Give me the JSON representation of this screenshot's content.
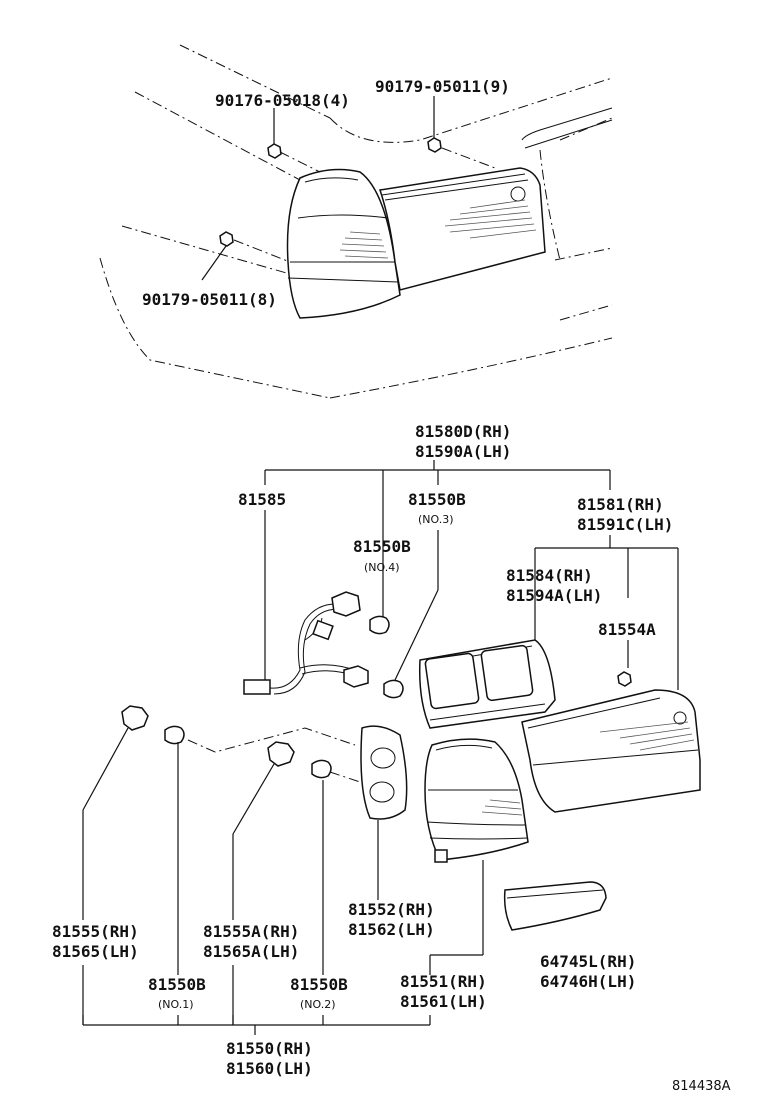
{
  "labels": {
    "n90176": "90176-05018(4)",
    "n90179_9": "90179-05011(9)",
    "n90179_8": "90179-05011(8)",
    "assy_rh": "81580D(RH)",
    "assy_lh": "81590A(LH)",
    "p81585": "81585",
    "p81550b_3": "81550B",
    "no3": "(NO.3)",
    "p81550b_4": "81550B",
    "no4": "(NO.4)",
    "p81581_rh": "81581(RH)",
    "p81591_lh": "81591C(LH)",
    "p81584_rh": "81584(RH)",
    "p81594_lh": "81594A(LH)",
    "p81554": "81554A",
    "p81555_rh": "81555(RH)",
    "p81565_lh": "81565(LH)",
    "p81555a_rh": "81555A(RH)",
    "p81565a_lh": "81565A(LH)",
    "p81552_rh": "81552(RH)",
    "p81562_lh": "81562(LH)",
    "p64745_rh": "64745L(RH)",
    "p64746_lh": "64746H(LH)",
    "p81550b_1": "81550B",
    "no1": "(NO.1)",
    "p81550b_2": "81550B",
    "no2": "(NO.2)",
    "p81551_rh": "81551(RH)",
    "p81561_lh": "81561(LH)",
    "p81550_rh": "81550(RH)",
    "p81560_lh": "81560(LH)",
    "ref_code": "814438A"
  }
}
